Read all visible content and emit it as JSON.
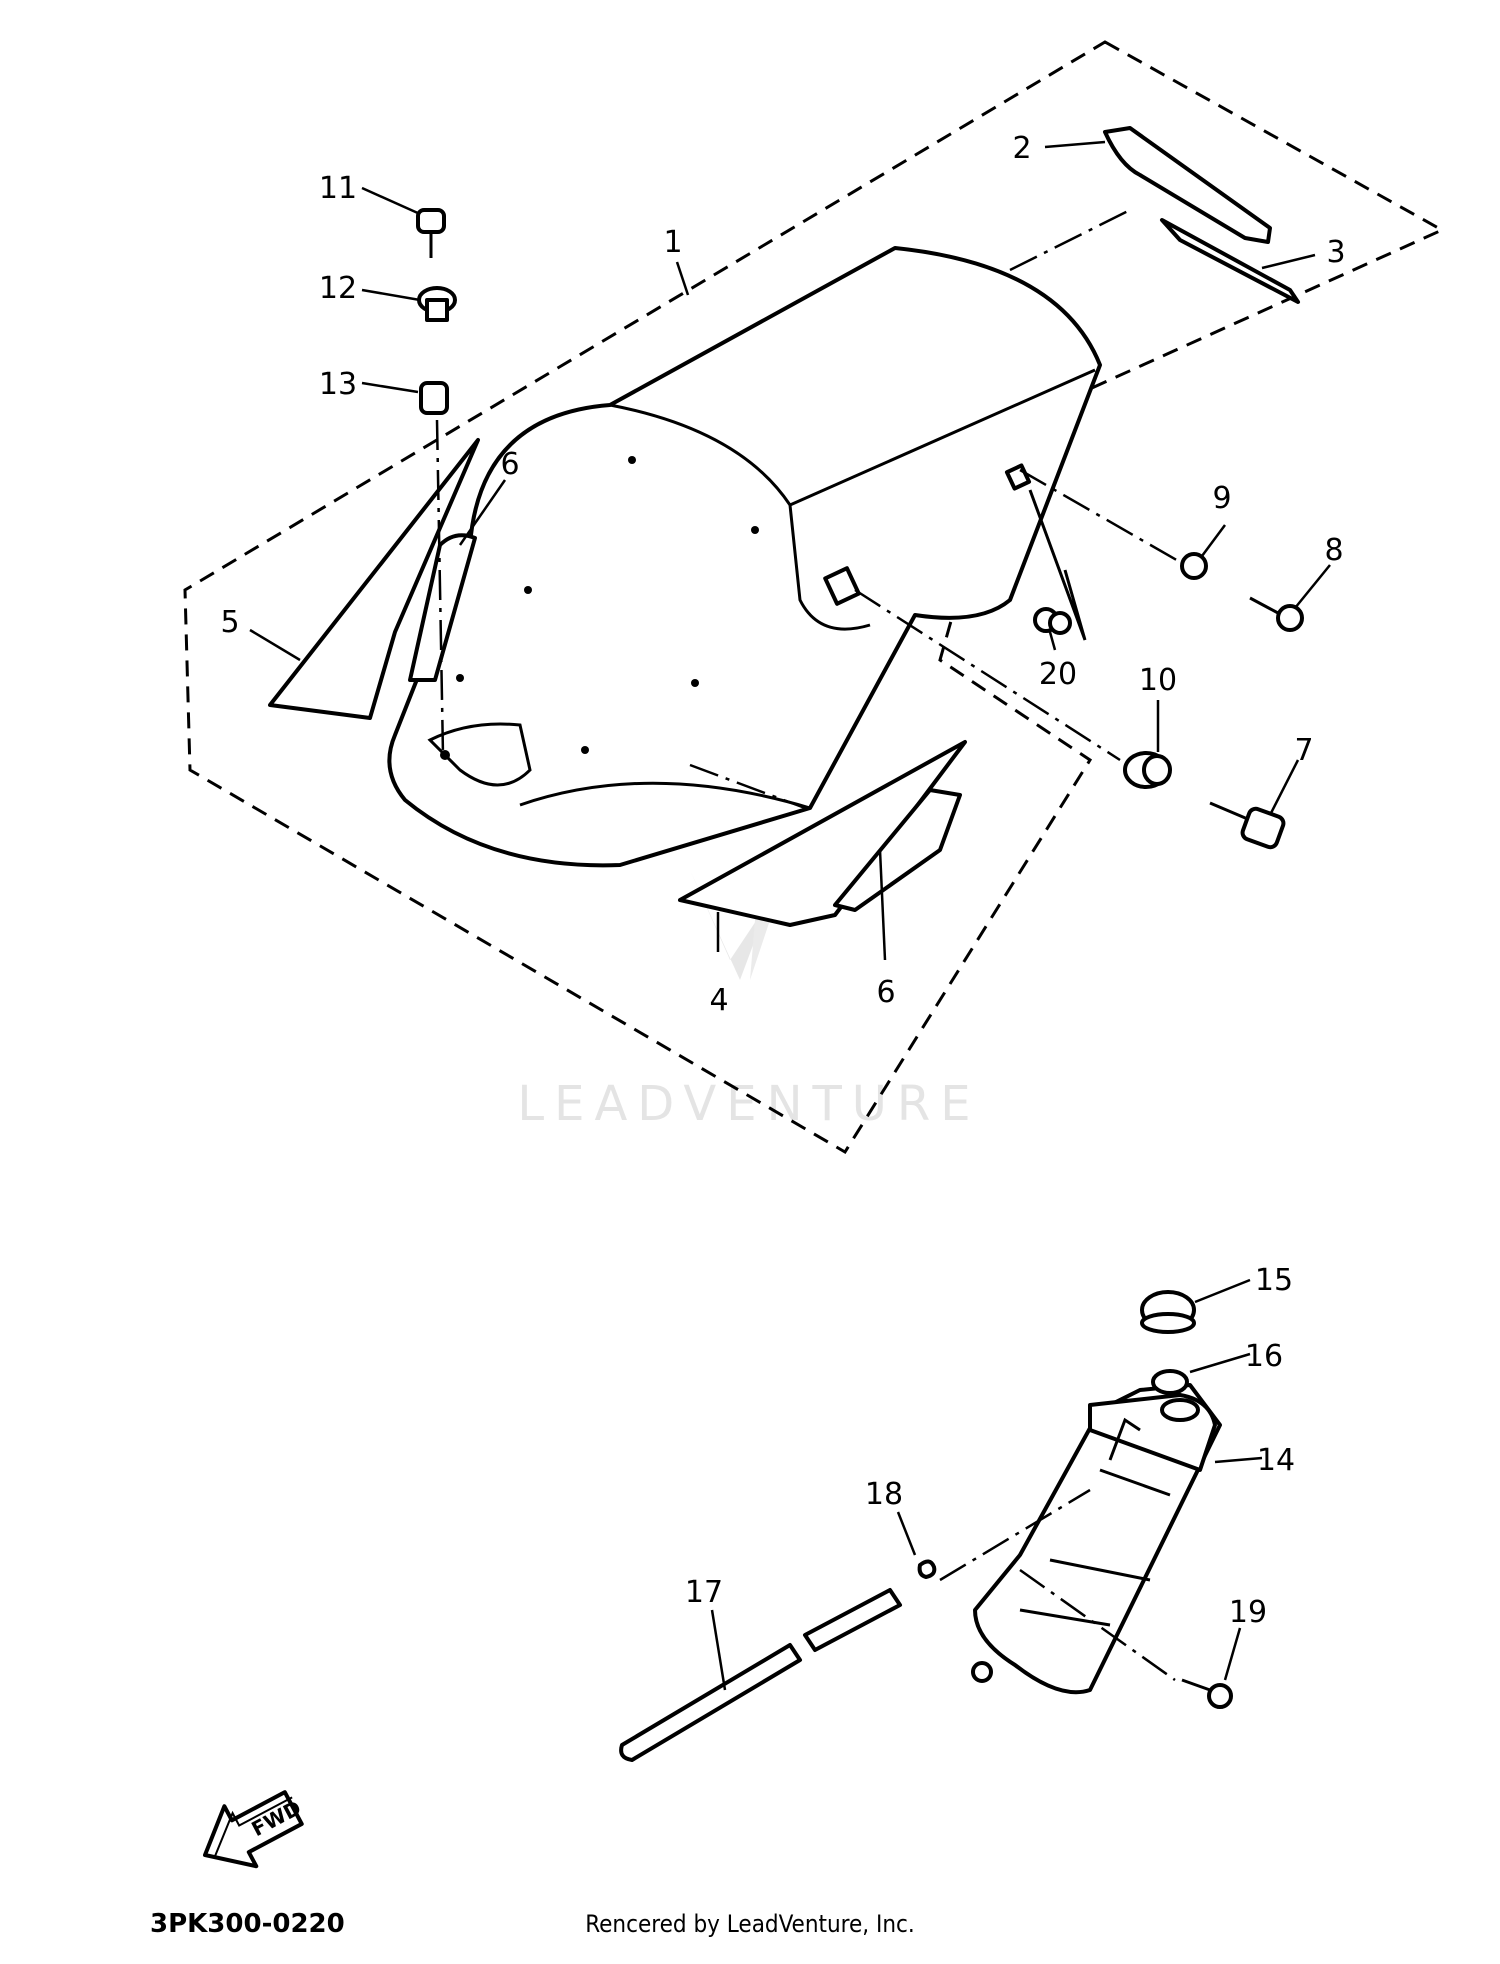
{
  "diagram": {
    "labels": [
      "1",
      "2",
      "3",
      "4",
      "5",
      "6",
      "6",
      "7",
      "8",
      "9",
      "10",
      "11",
      "12",
      "13",
      "14",
      "15",
      "16",
      "17",
      "18",
      "19",
      "20"
    ],
    "watermark": "LEADVENTURE",
    "forward_mark": "FWD",
    "part_code": "3PK300-0220",
    "credit": "Rencered by LeadVenture, Inc."
  }
}
